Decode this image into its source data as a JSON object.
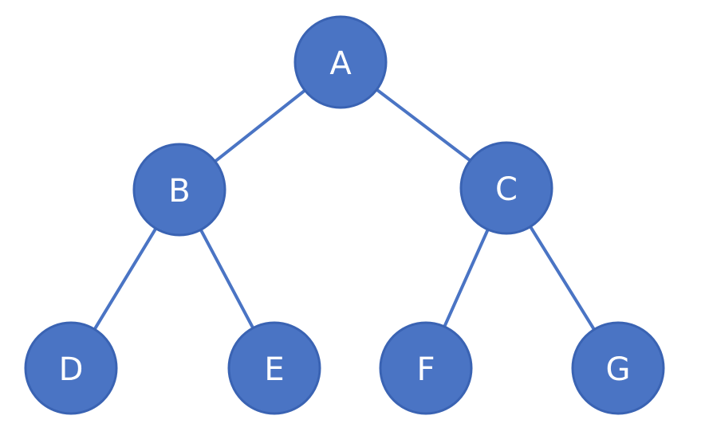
{
  "tree": {
    "nodes": [
      {
        "id": "A",
        "label": "A"
      },
      {
        "id": "B",
        "label": "B"
      },
      {
        "id": "C",
        "label": "C"
      },
      {
        "id": "D",
        "label": "D"
      },
      {
        "id": "E",
        "label": "E"
      },
      {
        "id": "F",
        "label": "F"
      },
      {
        "id": "G",
        "label": "G"
      }
    ],
    "edges": [
      {
        "from": "A",
        "to": "B"
      },
      {
        "from": "A",
        "to": "C"
      },
      {
        "from": "B",
        "to": "D"
      },
      {
        "from": "B",
        "to": "E"
      },
      {
        "from": "C",
        "to": "F"
      },
      {
        "from": "C",
        "to": "G"
      }
    ],
    "node_color": "#4a74c4",
    "edge_color": "#4a74c4",
    "label_color": "#ffffff"
  }
}
